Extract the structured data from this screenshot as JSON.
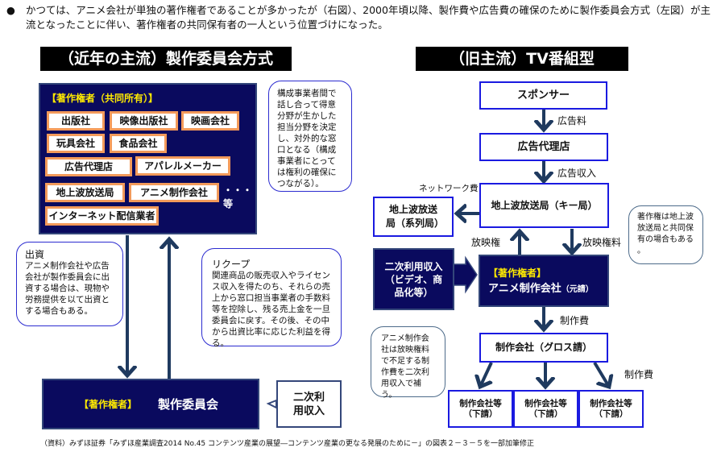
{
  "intro": {
    "bullet": "●",
    "text": "かつては、アニメ会社が単独の著作権者であることが多かったが（右図）、2000年頃以降、製作費や広告費の確保のために製作委員会方式（左図）が主流となったことに伴い、著作権者の共同保有者の一人という位置づけになった。"
  },
  "left": {
    "title": "（近年の主流）製作委員会方式",
    "owners_label": "【著作権者（共同所有）】",
    "members": [
      "出版社",
      "映像出版社",
      "映画会社",
      "玩具会社",
      "食品会社",
      "広告代理店",
      "アパレルメーカー",
      "地上波放送局",
      "アニメ制作会社",
      "インターネット配信業者"
    ],
    "etc": "・・・等",
    "callout_members": "構成事業者間で話し合って得意分野が生かした担当分野を決定し、対外的な窓口となる（構成事業者にとっては権利の確保につながる）。",
    "investment_title": "出資",
    "investment_text": "アニメ制作会社や広告会社が製作委員会に出資する場合は、現物や労務提供を以て出資とする場合もある。",
    "recoup_title": "リクープ",
    "recoup_text": "関連商品の販売収入やライセンス収入を得たのち、それらの売上から窓口担当事業者の手数料等を控除し、残る売上金を一旦委員会に戻す。その後、その中から出資比率に応じた利益を得る。",
    "committee_owner": "【著作権者】",
    "committee": "製作委員会",
    "secondary": "二次利用収入"
  },
  "right": {
    "title": "（旧主流）TV番組型",
    "sponsor": "スポンサー",
    "ad_fee": "広告料",
    "agency": "広告代理店",
    "ad_income": "広告収入",
    "network_fee": "ネットワーク費",
    "key_station": "地上波放送局（キー局）",
    "affiliate": "地上波放送局（系列局）",
    "broadcast_right": "放映権",
    "broadcast_fee": "放映権料",
    "callout_station": "著作権は地上波放送局と共同保有の場合もある 。",
    "secondary": "二次利用収入（ビデオ、商品化等）",
    "anime_owner": "【著作権者】",
    "anime_company": "アニメ制作会社",
    "anime_suffix": "（元請）",
    "production_fee_1": "制作費",
    "gross": "制作会社（グロス請）",
    "production_fee_2": "制作費",
    "callout_anime": "アニメ制作会社は放映権料で不足する制作費を二次利用収入で補う。",
    "subcontractors": [
      "制作会社等（下請）",
      "制作会社等（下請）",
      "制作会社等（下請）"
    ]
  },
  "source": "（資料）みずほ証券「みずほ産業調査2014 No.45 コンテンツ産業の展望―コンテンツ産業の更なる発展のために－」の図表２－３－５を一部加筆修正",
  "colors": {
    "navy": "#0a0a5e",
    "arrow": "#1f3a5f",
    "chip_border": "#f39a5a",
    "box_border": "#1a1ae0",
    "owner_label": "#ffea00"
  }
}
